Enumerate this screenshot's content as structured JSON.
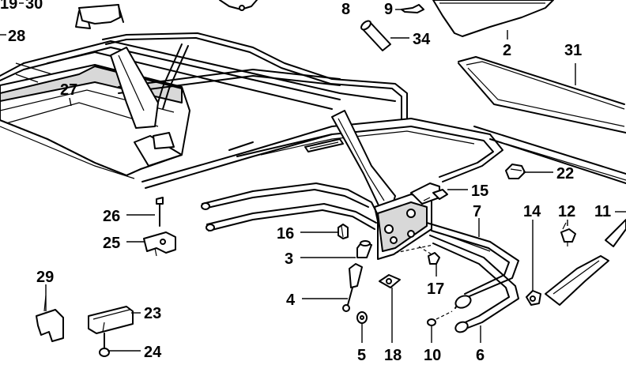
{
  "labels": {
    "l19": "19",
    "l30": "30",
    "l28": "28",
    "l27": "27",
    "l8": "8",
    "l9": "9",
    "l34": "34",
    "l2": "2",
    "l31": "31",
    "l22": "22",
    "l15": "15",
    "l7": "7",
    "l14": "14",
    "l12": "12",
    "l11": "11",
    "l26": "26",
    "l25": "25",
    "l16": "16",
    "l3": "3",
    "l17": "17",
    "l29": "29",
    "l4": "4",
    "l23": "23",
    "l24": "24",
    "l5": "5",
    "l18": "18",
    "l10": "10",
    "l6": "6"
  }
}
